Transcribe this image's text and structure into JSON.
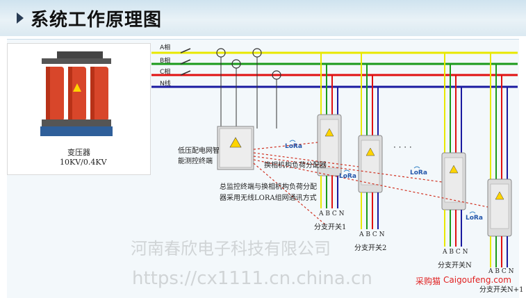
{
  "title": "系统工作原理图",
  "bus_labels": [
    "A相",
    "B相",
    "C相",
    "N线"
  ],
  "transformer": {
    "label": "变压器",
    "rating": "10KV/0.4KV"
  },
  "controller": {
    "label_line1": "低压配电网智",
    "label_line2": "能测控终端"
  },
  "device_label": "换相机构负荷分配器",
  "comm_note": {
    "line1": "总监控终端与换相机构负荷分配",
    "line2": "器采用无线LORA组网通讯方式"
  },
  "lora_label": "LoRa",
  "dots": "· · · ·",
  "phase_label": "A B C N",
  "branch_switches": [
    "分支开关1",
    "分支开关2",
    "分支开关N",
    "分支开关N+1"
  ],
  "watermarks": {
    "company": "河南春欣电子科技有限公司",
    "url": "https://cx1111.cn.china.cn",
    "site_cn": "采购猫",
    "site_en": "Caigoufeng.com"
  },
  "colors": {
    "phase_a": "#e8e800",
    "phase_b": "#1a9a1a",
    "phase_c": "#e01010",
    "neutral": "#1a1aa0",
    "transformer": "#d8462a"
  }
}
